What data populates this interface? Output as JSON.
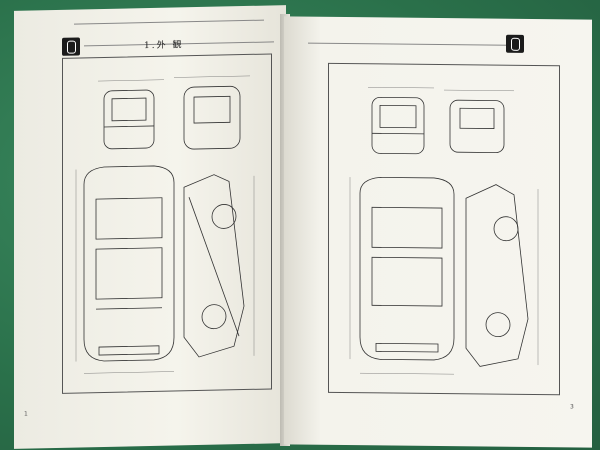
{
  "left_page": {
    "section_title": "1.外 観",
    "page_number": "1"
  },
  "right_page": {
    "page_number": "3"
  }
}
